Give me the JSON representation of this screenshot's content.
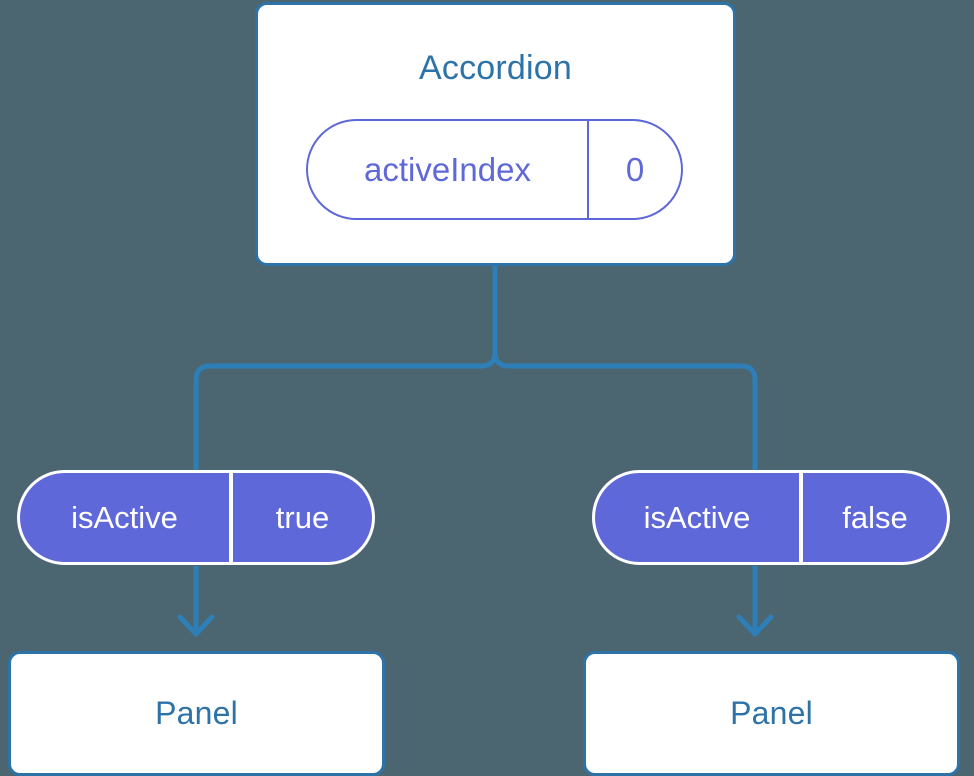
{
  "diagram": {
    "type": "component-tree",
    "background_color": "#4b6670",
    "accent_blue": "#2e73a8",
    "accent_purple": "#5f68d8",
    "root": {
      "title": "Accordion",
      "state_badge": {
        "key": "activeIndex",
        "value": "0",
        "style": "outline"
      }
    },
    "branches": [
      {
        "prop_badge": {
          "key": "isActive",
          "value": "true",
          "style": "filled"
        },
        "child": {
          "title": "Panel"
        }
      },
      {
        "prop_badge": {
          "key": "isActive",
          "value": "false",
          "style": "filled"
        },
        "child": {
          "title": "Panel"
        }
      }
    ]
  }
}
